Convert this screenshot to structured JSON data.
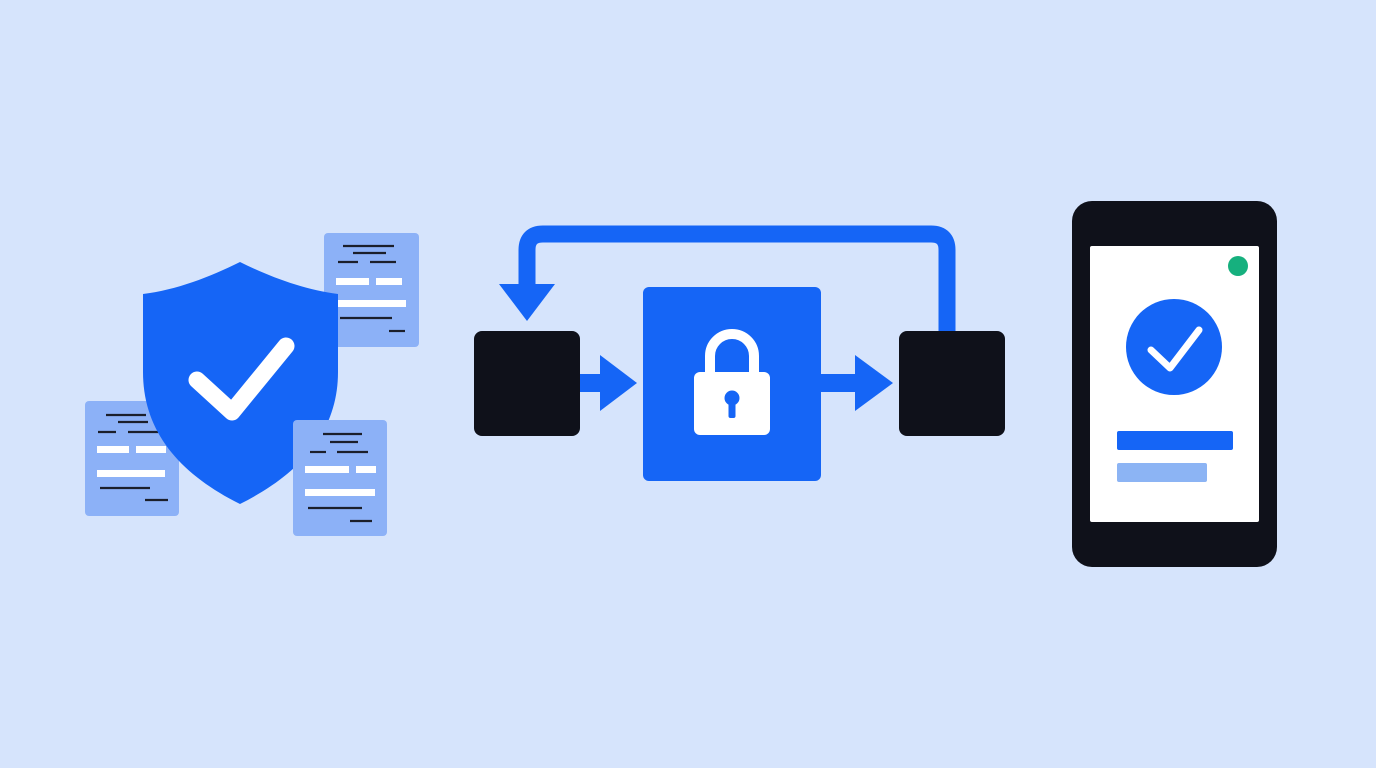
{
  "colors": {
    "background": "#d6e4fc",
    "primary_blue": "#1565f6",
    "light_blue": "#8cb1f7",
    "dark": "#0f111a",
    "white": "#ffffff",
    "pale_blue": "#8cb4f4",
    "status_green": "#16b07e",
    "line_dark": "#1b1f2b"
  },
  "icons": {
    "shield": "shield-check-icon",
    "documents": "document-icon",
    "lock": "padlock-icon",
    "phone_check": "check-circle-icon",
    "status_dot": "status-dot-icon"
  },
  "diagram": {
    "left_group": "shield-with-documents",
    "center_flow": "block-to-lock-to-block-with-return-loop",
    "right_group": "mobile-phone-verified"
  }
}
